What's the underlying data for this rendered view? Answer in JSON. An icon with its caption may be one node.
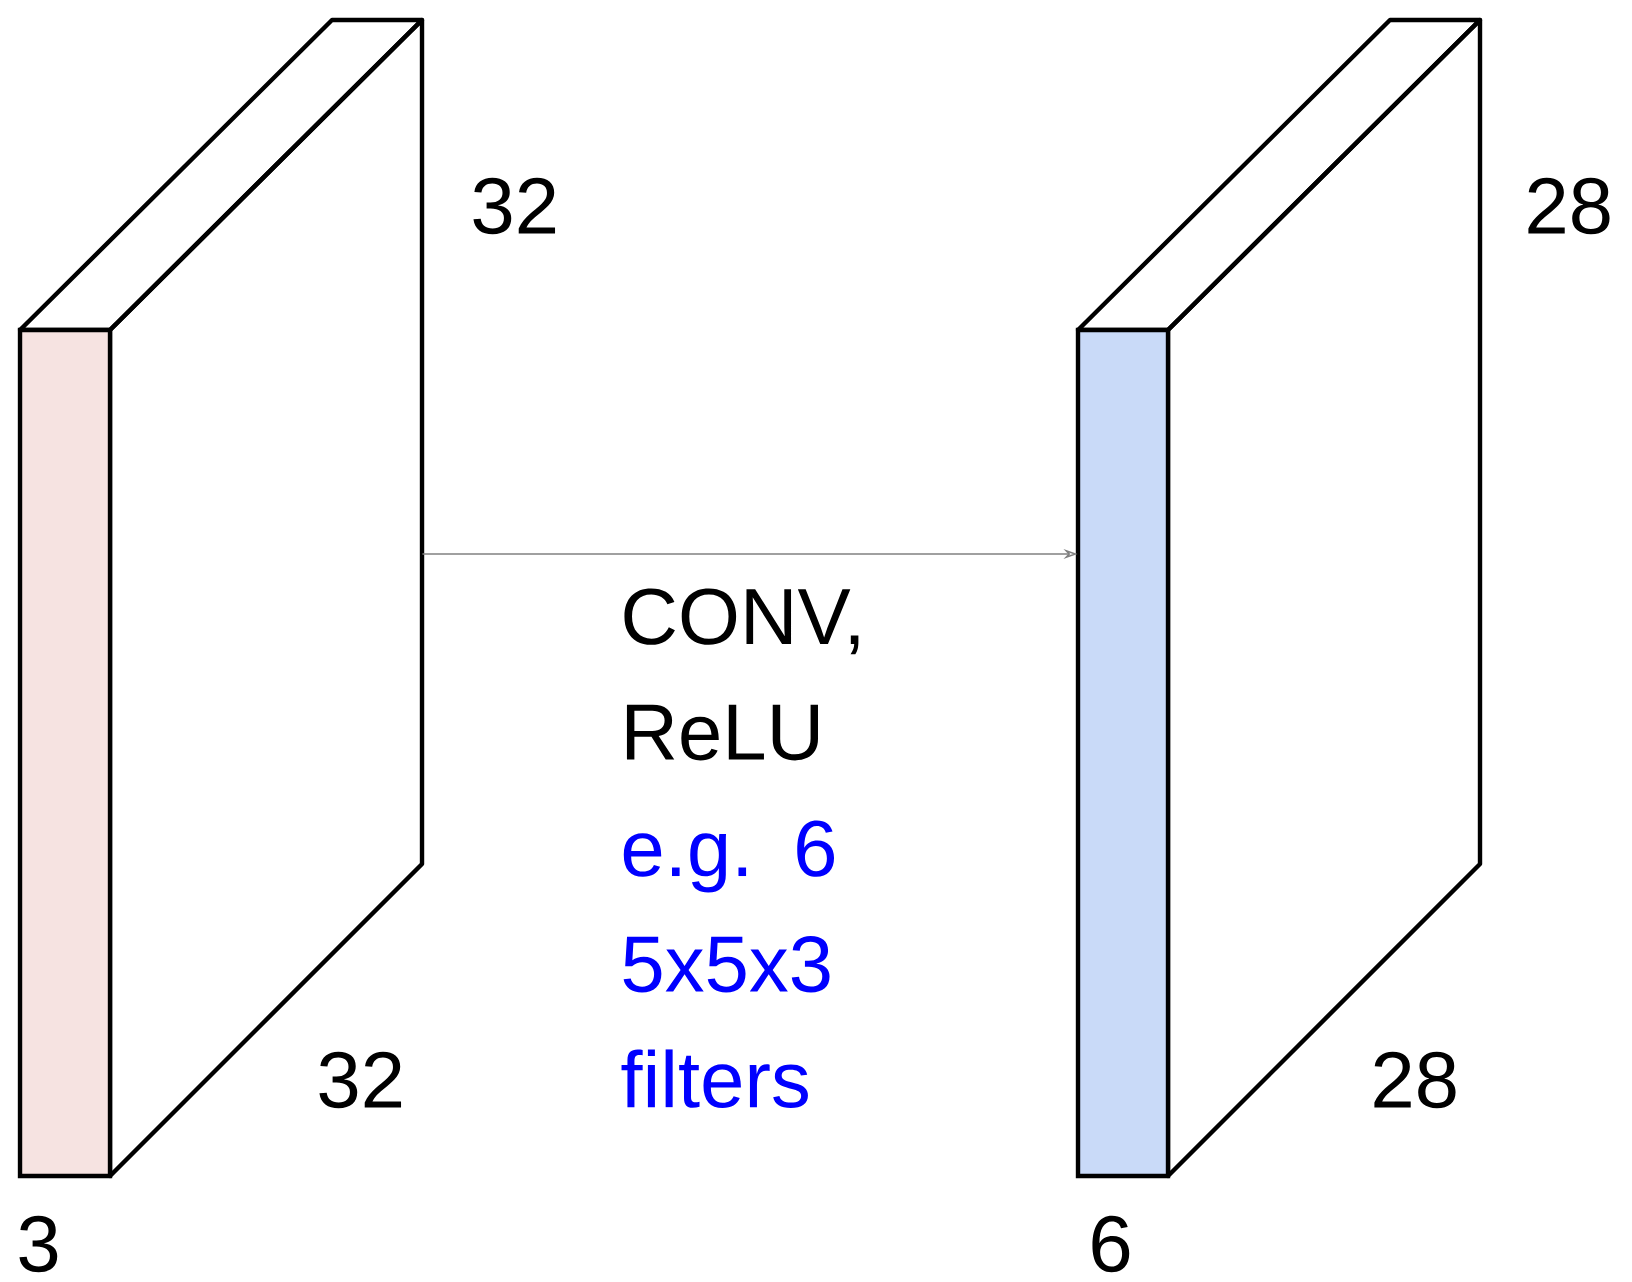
{
  "diagram": {
    "nodes": [
      {
        "text": [],
        "shape": "box"
      },
      {
        "text": [],
        "shape": "box"
      }
    ],
    "edges": [
      {
        "from": 0,
        "to": 1,
        "arrow": "to",
        "label": "CONV, ReLU"
      }
    ],
    "labels": [
      "32",
      "32",
      "3",
      "e.g. 6 5x5x3 filters",
      "28",
      "28",
      "6"
    ]
  }
}
